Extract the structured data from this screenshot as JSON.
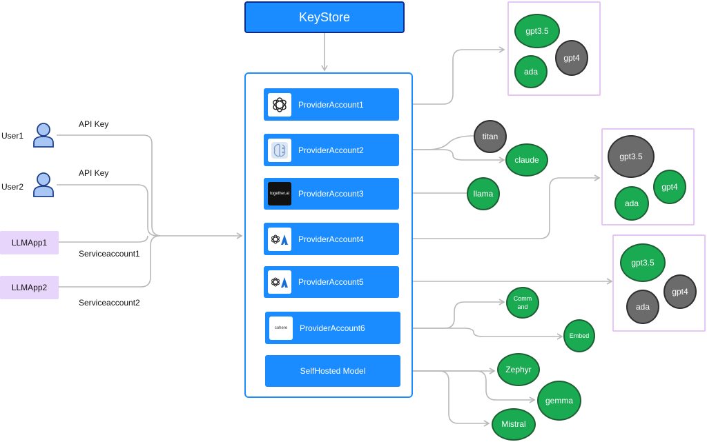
{
  "title": "KeyStore",
  "clients": {
    "users": [
      {
        "label": "User1",
        "edge_label": "API Key"
      },
      {
        "label": "User2",
        "edge_label": "API Key"
      }
    ],
    "apps": [
      {
        "label": "LLMApp1",
        "edge_label": "Serviceaccount1"
      },
      {
        "label": "LLMApp2",
        "edge_label": "Serviceaccount2"
      }
    ]
  },
  "accounts": [
    {
      "label": "ProviderAccount1",
      "logo": "openai-icon"
    },
    {
      "label": "ProviderAccount2",
      "logo": "bedrock-icon"
    },
    {
      "label": "ProviderAccount3",
      "logo": "together-ai-icon"
    },
    {
      "label": "ProviderAccount4",
      "logo": "azure-openai-icon"
    },
    {
      "label": "ProviderAccount5",
      "logo": "azure-openai-icon"
    },
    {
      "label": "ProviderAccount6",
      "logo": "cohere-icon"
    },
    {
      "label": "SelfHosted Model"
    }
  ],
  "logo_text": {
    "together": "together.ai",
    "cohere": "cohere"
  },
  "models": {
    "pa1": [
      "gpt3.5",
      "gpt4",
      "ada"
    ],
    "pa2": [
      "titan",
      "claude"
    ],
    "pa3": [
      "llama"
    ],
    "pa4": [
      "gpt3.5",
      "gpt4",
      "ada"
    ],
    "pa5": [
      "gpt3.5",
      "gpt4",
      "ada"
    ],
    "pa6": [
      "Comm\nand",
      "Embed"
    ],
    "self": [
      "Zephyr",
      "gemma",
      "Mistral"
    ]
  },
  "colors": {
    "accent_blue": "#1a8cff",
    "keystore_border": "#0d2a8a",
    "model_green": "#1aab52",
    "model_gray": "#6b6b6b",
    "group_border": "#e6c6f5",
    "app_fill": "#e8d5fb",
    "wire": "#b8b8b8"
  }
}
